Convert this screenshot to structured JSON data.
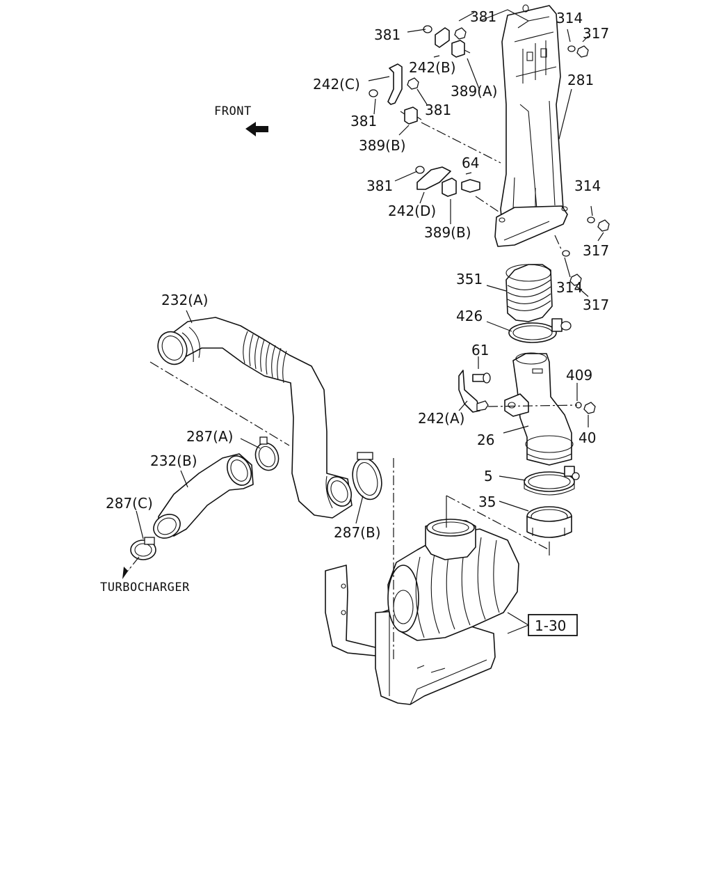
{
  "direction": {
    "front_label": "FRONT",
    "turbo_label": "TURBOCHARGER"
  },
  "reference": {
    "label": "1-30"
  },
  "callouts": {
    "c381_top": "381",
    "c381_left": "381",
    "c314_top": "314",
    "c317_top": "317",
    "c242b": "242(B)",
    "c389a": "389(A)",
    "c281": "281",
    "c242c": "242(C)",
    "c381_mid": "381",
    "c381_midleft": "381",
    "c389b_top": "389(B)",
    "c64": "64",
    "c381_low": "381",
    "c242d": "242(D)",
    "c389b_low": "389(B)",
    "c314_mid": "314",
    "c317_mid": "317",
    "c314_low": "314",
    "c317_low": "317",
    "c351": "351",
    "c232a": "232(A)",
    "c426": "426",
    "c61": "61",
    "c409": "409",
    "c242a": "242(A)",
    "c40": "40",
    "c26": "26",
    "c287a": "287(A)",
    "c232b": "232(B)",
    "c5": "5",
    "c35": "35",
    "c287c": "287(C)",
    "c287b": "287(B)"
  }
}
